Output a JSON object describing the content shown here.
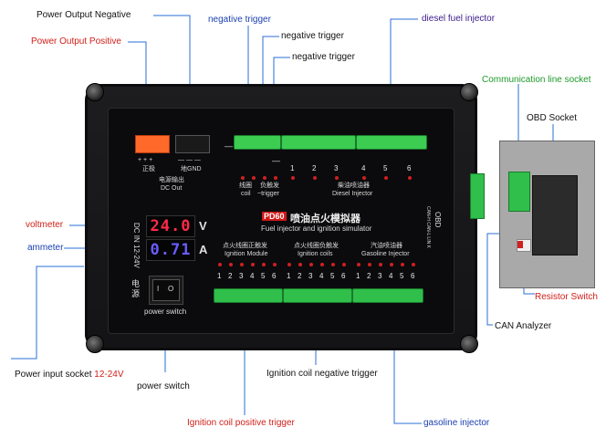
{
  "callouts": {
    "power_output_negative": "Power Output Negative",
    "power_output_positive": "Power Output Positive",
    "negative_trigger_1": "negative trigger",
    "negative_trigger_2": "negative trigger",
    "negative_trigger_3": "negative trigger",
    "diesel_fuel_injector": "diesel fuel injector",
    "voltmeter": "voltmeter",
    "ammeter": "ammeter",
    "power_input_socket": "Power input socket",
    "power_input_voltage": "12-24V",
    "power_switch": "power switch",
    "ignition_coil_negative_trigger": "Ignition coil negative trigger",
    "ignition_coil_positive_trigger": "Ignition coil positive trigger",
    "gasoline_injector": "gasoline injector",
    "communication_line_socket": "Communication line socket",
    "obd_socket": "OBD Socket",
    "resistor_switch": "Resistor Switch",
    "can_analyzer": "CAN Analyzer"
  },
  "device": {
    "model": "PD60",
    "title_cn": "喷油点火模拟器",
    "title_en": "Fuel injector and ignition simulator",
    "dc_out_cn": "电源输出",
    "dc_out_en": "DC Out",
    "positive_cn": "正极",
    "ground_cn": "地GND",
    "plus_marks": "+ + +",
    "minus_marks": "— — —",
    "coil_cn": "线圈",
    "coil_en": "coil",
    "neg_trigger_cn": "负触发",
    "neg_trigger_en": "~trigger",
    "diesel_cn": "柴油喷油器",
    "diesel_en": "Diesel Injector",
    "ignition_module_cn": "点火线圈正触发",
    "ignition_module_en": "Ignition Module",
    "ignition_coils_cn": "点火线圈负触发",
    "ignition_coils_en": "Ignition coils",
    "gasoline_cn": "汽油喷油器",
    "gasoline_en": "Gasoline Injector",
    "dc_in": "DC IN 12-24V",
    "voltage": "24.0",
    "voltage_unit": "V",
    "current": "0.71",
    "current_unit": "A",
    "switch_cn": "电源",
    "switch_en": "power switch",
    "obd_label": "OBD",
    "obd_pins": "CAN-H CAN-L LIN K",
    "switch_on": "I",
    "switch_off": "O",
    "diesel_numbers": [
      "1",
      "2",
      "3",
      "4",
      "5",
      "6"
    ],
    "module_numbers": [
      "1",
      "2",
      "3",
      "4",
      "5",
      "6"
    ],
    "coil_numbers": [
      "1",
      "2",
      "3",
      "4",
      "5",
      "6"
    ],
    "gas_numbers": [
      "1",
      "2",
      "3",
      "4",
      "5",
      "6"
    ],
    "minus_sign": "—",
    "coil_minus": "—"
  },
  "colors": {
    "red": "#d0201a",
    "blue": "#1a3fb0",
    "purple": "#3b1a8c",
    "green": "#1e9a2a",
    "terminal_green": "#2fbf4a",
    "voltage_digits": "#ff2a4a",
    "current_digits": "#6a5cff"
  }
}
